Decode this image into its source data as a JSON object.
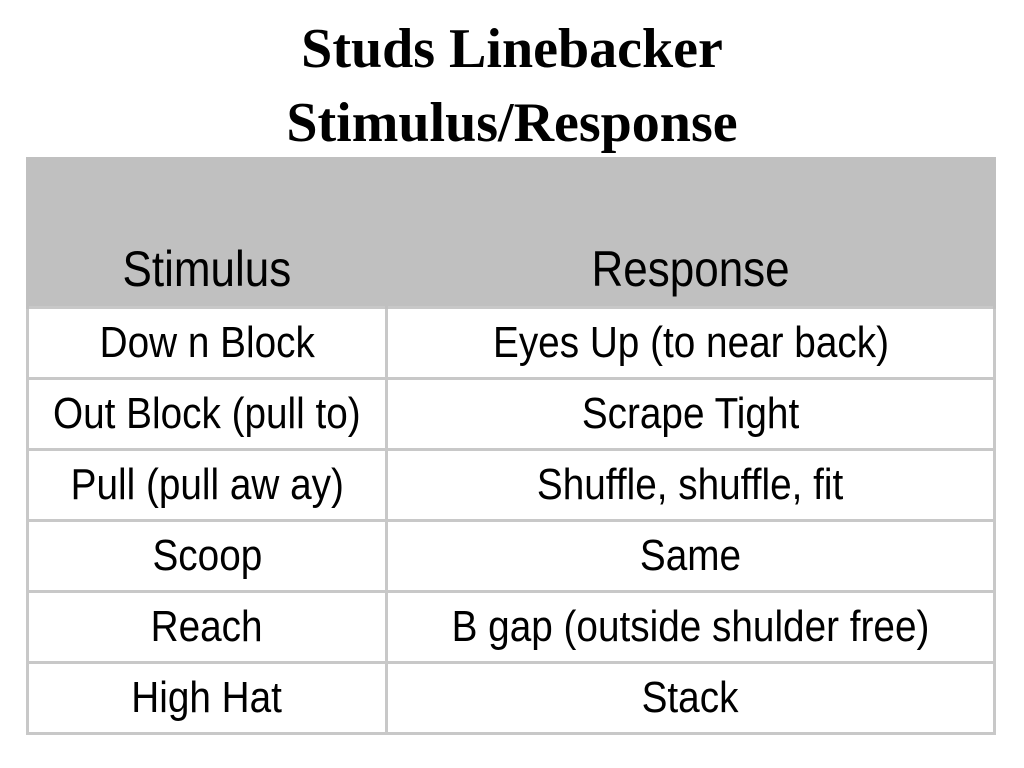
{
  "title": {
    "line1": "Studs Linebacker",
    "line2": "Stimulus/Response"
  },
  "table": {
    "headers": [
      "Stimulus",
      "Response"
    ],
    "rows": [
      {
        "stimulus": "Dow n Block",
        "response": "Eyes Up (to near back)"
      },
      {
        "stimulus": "Out Block (pull to)",
        "response": "Scrape Tight"
      },
      {
        "stimulus": "Pull (pull aw ay)",
        "response": "Shuffle, shuffle, fit"
      },
      {
        "stimulus": "Scoop",
        "response": "Same"
      },
      {
        "stimulus": "Reach",
        "response": "B gap (outside shulder free)"
      },
      {
        "stimulus": "High Hat",
        "response": "Stack"
      }
    ]
  },
  "colors": {
    "header_background": "#c0c0c0",
    "grid_lines": "#c8c8c8",
    "text": "#000000",
    "background": "#ffffff"
  }
}
